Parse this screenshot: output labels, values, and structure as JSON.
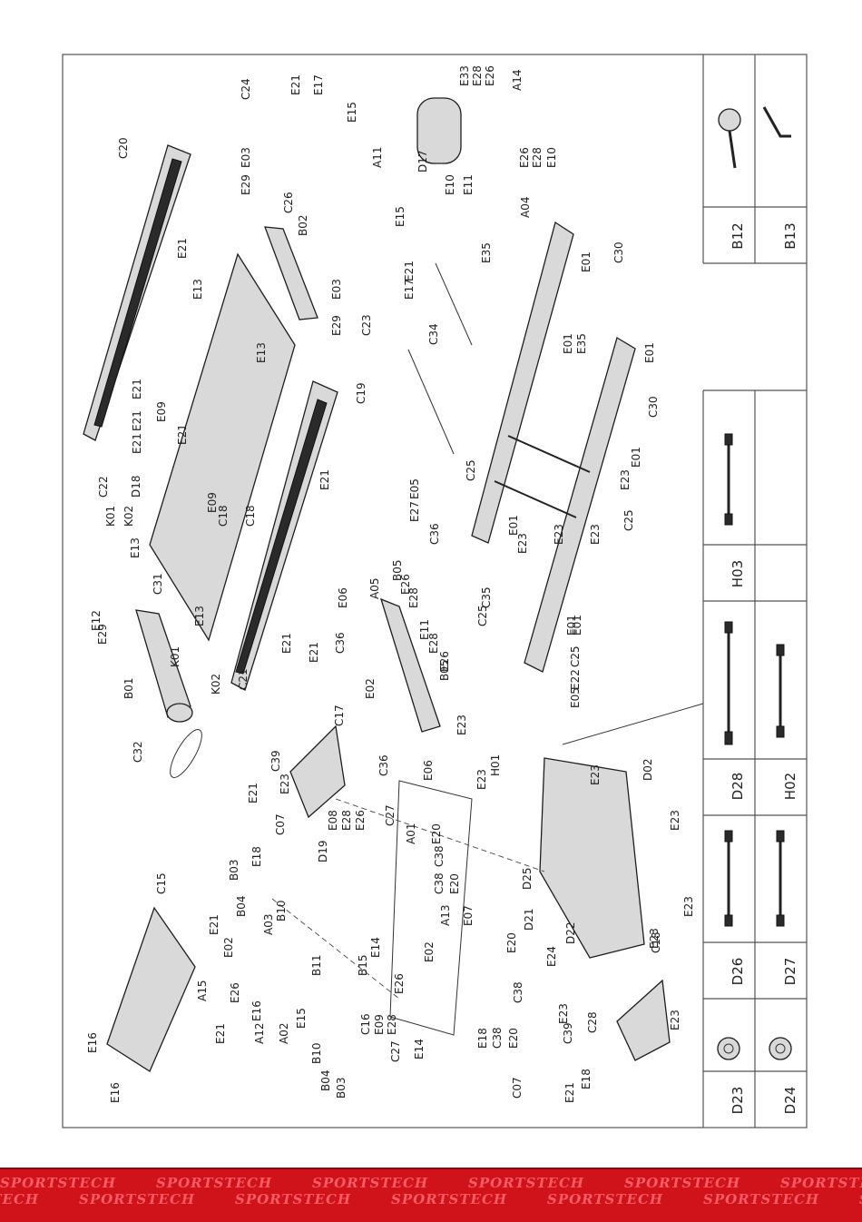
{
  "brand": "SPORTSTECH",
  "legend_cells": [
    {
      "code": "B12",
      "icon": "wrench-icon"
    },
    {
      "code": "B13",
      "icon": "allen-key-icon"
    },
    {
      "code": "H03",
      "icon": "cable-icon"
    },
    {
      "code": "",
      "icon": "cable-icon"
    },
    {
      "code": "H02",
      "icon": "cable-icon"
    },
    {
      "code": "D28",
      "icon": "cable-icon"
    },
    {
      "code": "D27",
      "icon": "cable-icon"
    },
    {
      "code": "D26",
      "icon": "cable-icon"
    },
    {
      "code": "D24",
      "icon": "bushing-icon"
    },
    {
      "code": "D23",
      "icon": "bushing-icon"
    }
  ],
  "part_labels": [
    "C20",
    "E21",
    "E21",
    "E21",
    "E21",
    "C24",
    "E21",
    "E17",
    "E15",
    "A11",
    "E15",
    "D17",
    "E33",
    "E28",
    "E26",
    "A14",
    "E10",
    "E11",
    "E26",
    "E28",
    "E10",
    "E03",
    "E29",
    "C26",
    "B02",
    "E13",
    "E13",
    "E03",
    "E29",
    "E09",
    "E21",
    "C23",
    "E21",
    "E17",
    "C34",
    "A04",
    "E35",
    "E01",
    "C30",
    "E01",
    "E35",
    "E01",
    "C30",
    "C22",
    "D18",
    "K01",
    "K02",
    "E13",
    "C31",
    "E09",
    "C19",
    "E21",
    "E05",
    "E27",
    "C25",
    "C36",
    "E01",
    "E23",
    "C25",
    "E23",
    "E23",
    "C25",
    "E23",
    "E01",
    "E01",
    "E12",
    "E29",
    "B01",
    "K01",
    "K02",
    "E13",
    "C21",
    "E21",
    "E21",
    "E06",
    "A05",
    "B05",
    "E26",
    "E28",
    "E11",
    "E28",
    "E26",
    "B05",
    "C35",
    "E01",
    "C25",
    "E22",
    "E05",
    "C36",
    "E02",
    "C32",
    "C39",
    "E23",
    "C17",
    "C36",
    "E06",
    "E23",
    "H01",
    "E23",
    "E21",
    "C07",
    "E18",
    "B03",
    "B04",
    "B10",
    "E08",
    "E28",
    "E26",
    "C27",
    "A01",
    "E20",
    "C38",
    "C38",
    "E20",
    "A13",
    "E07",
    "D25",
    "D21",
    "D22",
    "E24",
    "E20",
    "C38",
    "E23",
    "E23",
    "E23",
    "C18",
    "C15",
    "E21",
    "A15",
    "E21",
    "E16",
    "E16",
    "E02",
    "E26",
    "E16",
    "A12",
    "A02",
    "E15",
    "B10",
    "B04",
    "B03",
    "A03",
    "B11",
    "B15",
    "E14",
    "E02",
    "E23",
    "C16",
    "E09",
    "E28",
    "E26",
    "C27",
    "E14",
    "E18",
    "C38",
    "E20",
    "C28",
    "E23",
    "C39",
    "E21",
    "E18",
    "C07",
    "D19",
    "D02",
    "E23",
    "C18",
    "C18"
  ]
}
